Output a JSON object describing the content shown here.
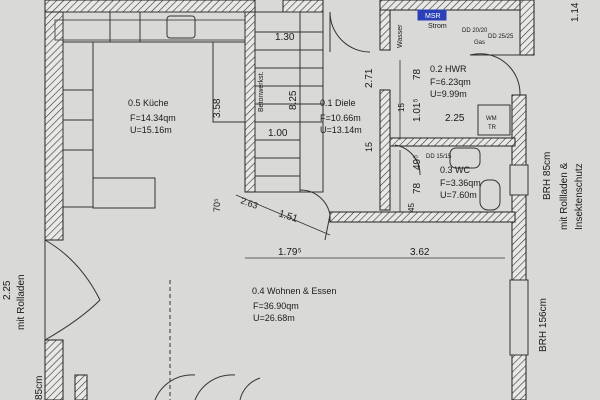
{
  "rooms": {
    "kitchen": {
      "name": "0.5 Küche",
      "area": "F=14.34qm",
      "perimeter": "U=15.16m"
    },
    "hall": {
      "name": "0.1 Diele",
      "area": "F=10.66m",
      "perimeter": "U=13.14m"
    },
    "utility": {
      "name": "0.2 HWR",
      "area": "F=6.23qm",
      "perimeter": "U=9.99m"
    },
    "wc": {
      "name": "0.3 WC",
      "area": "F=3.36qm",
      "perimeter": "U=7.60m"
    },
    "living": {
      "name": "0.4 Wohnen & Essen",
      "area": "F=36.90qm",
      "perimeter": "U=26.68m"
    }
  },
  "dimensions": {
    "stair_width": "1.30",
    "stair_length": "3.58",
    "stair_run": "8.25",
    "stair_landing": "1.00",
    "hall_depth": "2.71",
    "hwr_top": "78",
    "hwr_mid": "1.01⁵",
    "hwr_width": "2.25",
    "hwr_small": "15",
    "wc_small": "15",
    "wc_49": "49⁵",
    "wc_78": "78",
    "wc_45": "45",
    "diag_263": "2.63",
    "diag_151": "1.51",
    "d_705": "70⁵",
    "d_179": "1.79⁵",
    "d_362": "3.62",
    "top_right": "1.14"
  },
  "labels": {
    "beton": "Betonwerkst.",
    "stair_label": "1.00",
    "wasser": "Wasser",
    "msr": "MSR",
    "strom": "Strom",
    "dd20": "DD 20/20",
    "dd25": "DD 25/25",
    "gas": "Gas",
    "wm": "WM",
    "tr": "TR",
    "dd15": "DD 15/15",
    "left_rolladen": "mit Rolladen",
    "left_dim": "2.25",
    "left_bottom": "85cm",
    "right_top": "BRH 85cm",
    "right_mid1": "mit Rollladen &",
    "right_mid2": "Insektenschutz",
    "right_bottom": "BRH 156cm"
  },
  "colors": {
    "paper": "#d9d9d7",
    "ink": "#1a1a1a",
    "wall_hatch": "#333333",
    "blue_box": "#2a3fb8"
  }
}
